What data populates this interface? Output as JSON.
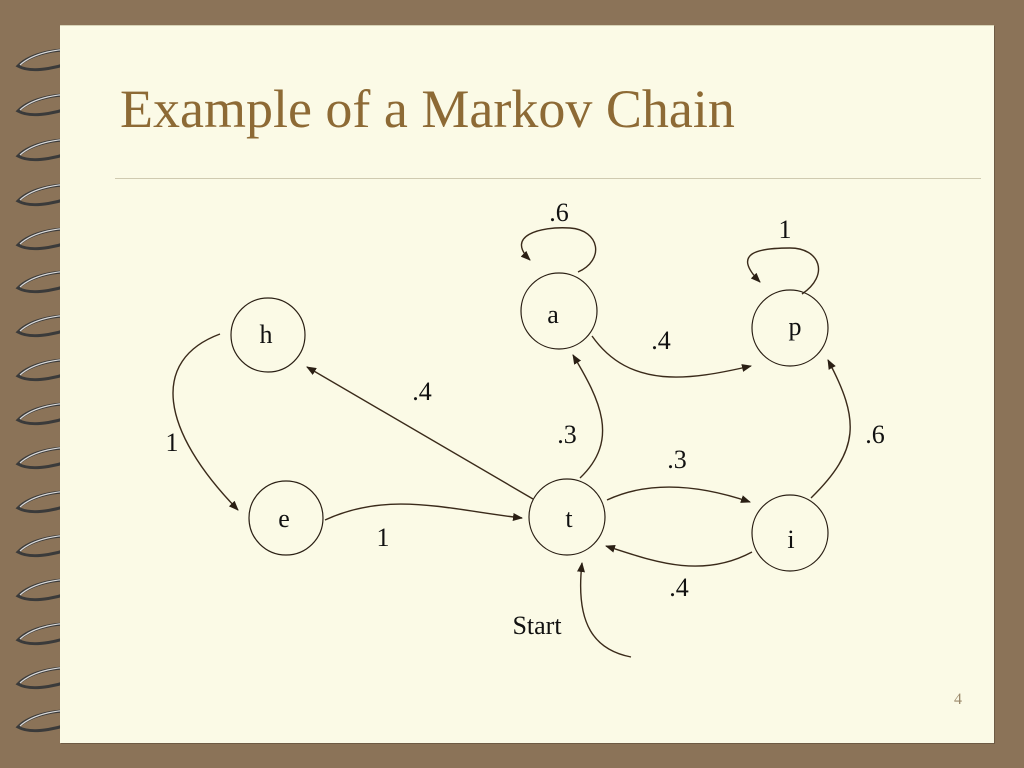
{
  "slide": {
    "title": "Example of a Markov Chain",
    "slide_number": "4"
  },
  "colors": {
    "title": "#8d6a35",
    "background": "#fbfae6",
    "frame": "#8b7358"
  },
  "diagram": {
    "nodes": [
      {
        "id": "h",
        "label": "h"
      },
      {
        "id": "e",
        "label": "e"
      },
      {
        "id": "t",
        "label": "t"
      },
      {
        "id": "a",
        "label": "a"
      },
      {
        "id": "p",
        "label": "p"
      },
      {
        "id": "i",
        "label": "i"
      }
    ],
    "edges": [
      {
        "id": "h-e",
        "from": "h",
        "to": "e",
        "label": "1"
      },
      {
        "id": "e-t",
        "from": "e",
        "to": "t",
        "label": "1"
      },
      {
        "id": "t-h",
        "from": "t",
        "to": "h",
        "label": ".4"
      },
      {
        "id": "t-a",
        "from": "t",
        "to": "a",
        "label": ".3"
      },
      {
        "id": "a-a",
        "from": "a",
        "to": "a",
        "label": ".6"
      },
      {
        "id": "a-p",
        "from": "a",
        "to": "p",
        "label": ".4"
      },
      {
        "id": "p-p",
        "from": "p",
        "to": "p",
        "label": "1"
      },
      {
        "id": "t-i",
        "from": "t",
        "to": "i",
        "label": ".3"
      },
      {
        "id": "i-t",
        "from": "i",
        "to": "t",
        "label": ".4"
      },
      {
        "id": "i-p",
        "from": "i",
        "to": "p",
        "label": ".6"
      }
    ],
    "start_label": "Start"
  }
}
